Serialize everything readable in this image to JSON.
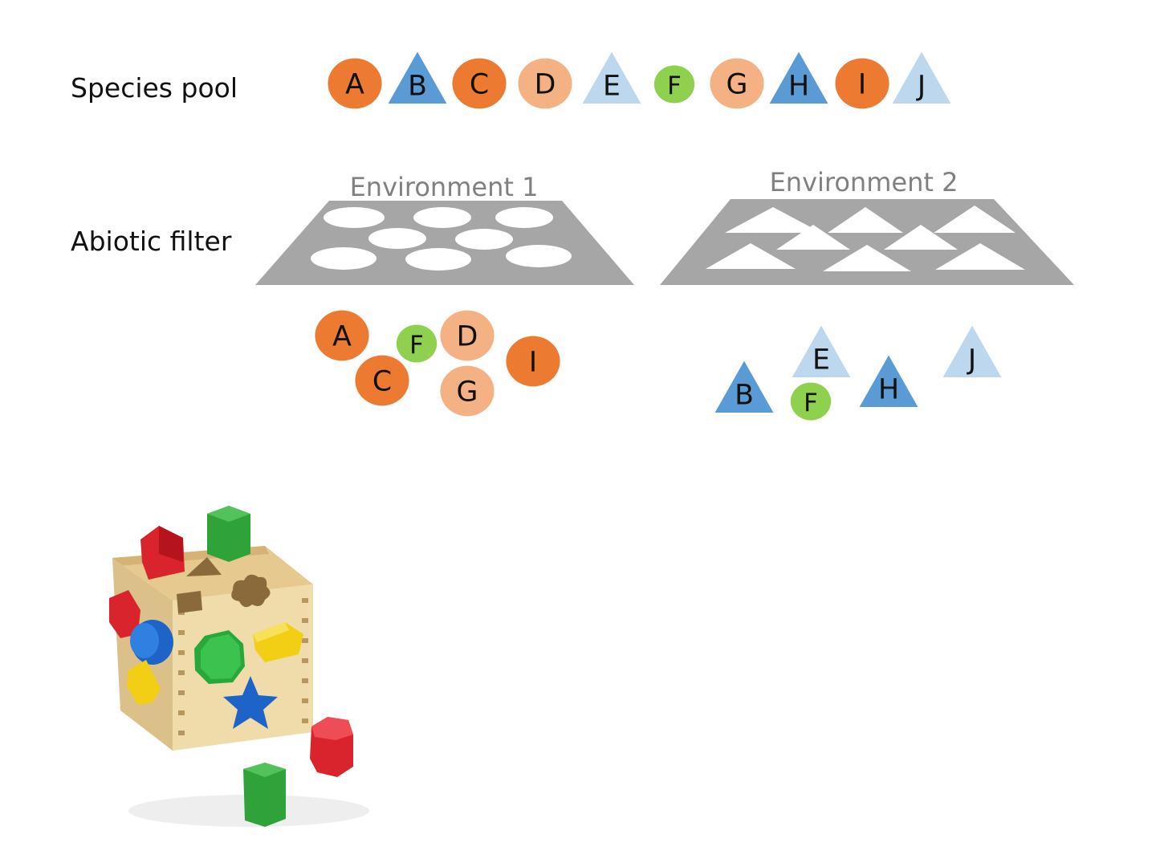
{
  "labels": {
    "species_pool": "Species pool",
    "abiotic_filter": "Abiotic filter"
  },
  "environments": [
    {
      "title": "Environment 1",
      "hole_shape": "circle"
    },
    {
      "title": "Environment 2",
      "hole_shape": "triangle"
    }
  ],
  "colors": {
    "dark_orange": "#ec7a30",
    "light_orange": "#f4b183",
    "dark_blue": "#5b9bd5",
    "light_blue": "#bdd7ee",
    "green": "#8fd14f",
    "filter_gray": "#a6a6a6",
    "title_gray": "#808080"
  },
  "species_pool": [
    {
      "letter": "A",
      "shape": "circle",
      "color": "dark_orange"
    },
    {
      "letter": "B",
      "shape": "triangle",
      "color": "dark_blue"
    },
    {
      "letter": "C",
      "shape": "circle",
      "color": "dark_orange"
    },
    {
      "letter": "D",
      "shape": "circle",
      "color": "light_orange"
    },
    {
      "letter": "E",
      "shape": "triangle",
      "color": "light_blue"
    },
    {
      "letter": "F",
      "shape": "small-circle",
      "color": "green"
    },
    {
      "letter": "G",
      "shape": "circle",
      "color": "light_orange"
    },
    {
      "letter": "H",
      "shape": "triangle",
      "color": "dark_blue"
    },
    {
      "letter": "I",
      "shape": "circle",
      "color": "dark_orange"
    },
    {
      "letter": "J",
      "shape": "triangle",
      "color": "light_blue"
    }
  ],
  "passed": {
    "environment_1": [
      "A",
      "F",
      "D",
      "I",
      "C",
      "G"
    ],
    "environment_2": [
      "E",
      "J",
      "B",
      "H",
      "F"
    ]
  },
  "illustration": {
    "icon": "shape-sorter-toy-icon"
  }
}
